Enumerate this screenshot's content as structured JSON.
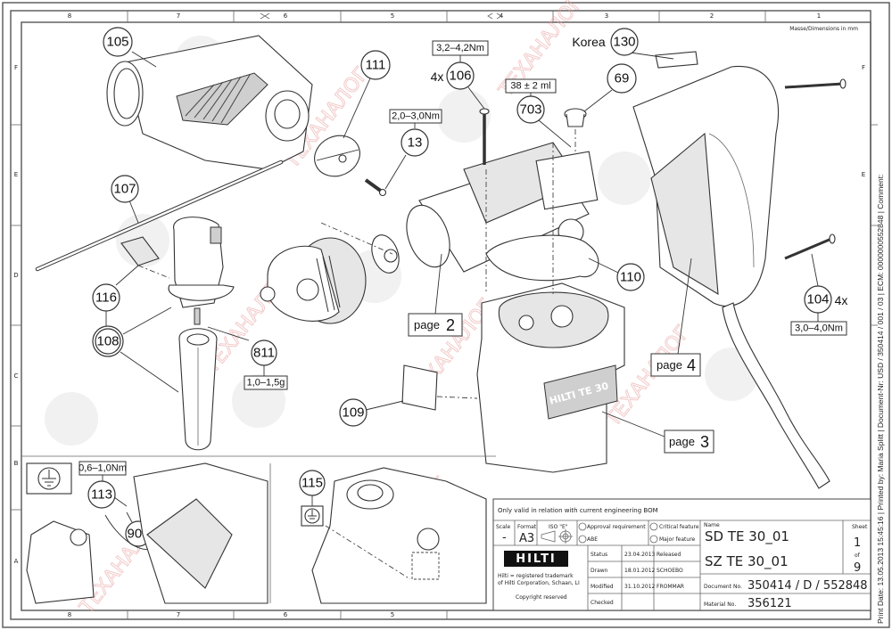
{
  "sheet": {
    "header_note": "Masse/Dimensions in mm",
    "zone_columns": [
      "8",
      "7",
      "6",
      "5",
      "4",
      "3",
      "2",
      "1"
    ],
    "zone_rows": [
      "F",
      "E",
      "D",
      "C",
      "B",
      "A"
    ],
    "side_strip": "Print Date: 13.05.2013 15:45:16 | Printed by: Maria Splitt | Document-Nr: USD / 350414 / 001 / 03 | ECM: 0000000552848 | Comment:"
  },
  "callouts": {
    "c105": "105",
    "c111": "111",
    "c13": "13",
    "c106": "106",
    "c106_qty": "4x",
    "c703": "703",
    "c69": "69",
    "c130": "130",
    "c130_note": "Korea",
    "c107": "107",
    "c110": "110",
    "c104": "104",
    "c104_qty": "4x",
    "c116": "116",
    "c108": "108",
    "c811": "811",
    "c109": "109",
    "c113": "113",
    "c900": "900",
    "c115": "115"
  },
  "specs": {
    "torque_106": "3,2–4,2Nm",
    "torque_13": "2,0–3,0Nm",
    "volume_703": "38 ± 2 ml",
    "torque_104": "3,0–4,0Nm",
    "grease_811": "1,0–1,5g",
    "torque_113": "0,6–1,0Nm"
  },
  "page_refs": [
    {
      "label": "page",
      "num": "2"
    },
    {
      "label": "page",
      "num": "3"
    },
    {
      "label": "page",
      "num": "4"
    }
  ],
  "product_label": "HILTI TE 30",
  "watermark": "ТЕХАНАЛОГ",
  "title_block": {
    "validity_note": "Only valid in relation with current engineering BOM",
    "scale_label": "Scale",
    "scale_value": "-",
    "format_label": "Format",
    "format_value": "A3",
    "iso_label": "ISO \"E\"",
    "approval_requirement": "Approval requirement",
    "abe": "ABE",
    "critical_feature": "Critical feature",
    "major_feature": "Major feature",
    "name_label": "Name",
    "name_1": "SD TE 30_01",
    "name_2": "SZ TE 30_01",
    "sheet_label": "Sheet",
    "sheet_num": "1",
    "sheet_of": "of",
    "sheet_total": "9",
    "logo": "HILTI",
    "trademark_1": "Hilti = registered trademark",
    "trademark_2": "of Hilti Corporation, Schaan, LI",
    "copyright": "Copyright reserved",
    "rows": [
      {
        "label": "Status",
        "date": "23.04.2013",
        "who": "Released"
      },
      {
        "label": "Drawn",
        "date": "18.01.2012",
        "who": "SCHOEBO"
      },
      {
        "label": "Modified",
        "date": "31.10.2012",
        "who": "FROMMAR"
      },
      {
        "label": "Checked",
        "date": "",
        "who": ""
      }
    ],
    "document_no_label": "Document No.",
    "document_no": "350414 / D / 552848",
    "material_no_label": "Material No.",
    "material_no": "356121"
  }
}
